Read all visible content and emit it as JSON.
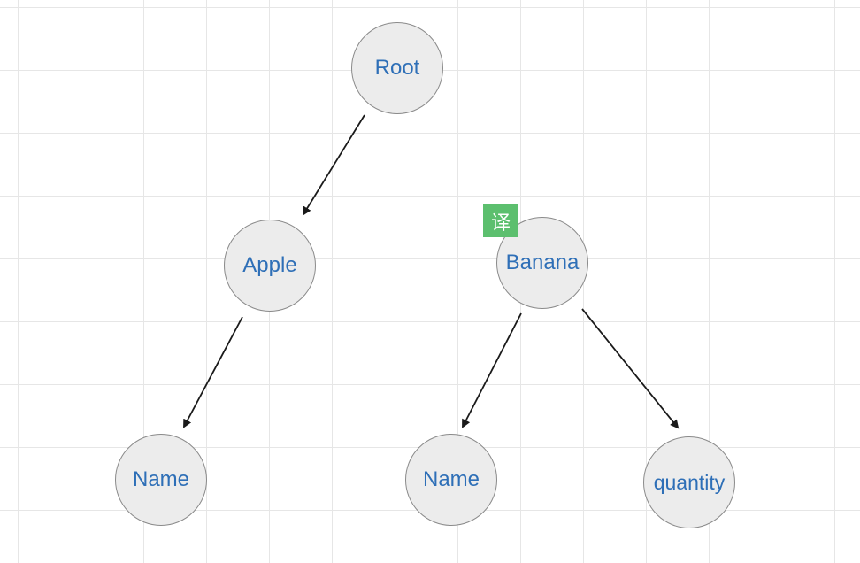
{
  "nodes": {
    "root": "Root",
    "apple": "Apple",
    "banana": "Banana",
    "apple_name": "Name",
    "banana_name": "Name",
    "banana_quantity": "quantity"
  },
  "translate_badge": {
    "label": "译",
    "color": "#5cbf6e"
  },
  "edges": [
    {
      "from": "Root",
      "to": "Apple"
    },
    {
      "from": "Apple",
      "to": "Name"
    },
    {
      "from": "Banana",
      "to": "Name"
    },
    {
      "from": "Banana",
      "to": "quantity"
    }
  ],
  "colors": {
    "node_text": "#2e6fb7",
    "node_fill": "#ececec",
    "node_border": "#8a8a8a",
    "edge": "#1a1a1a",
    "grid": "#e6e6e6"
  }
}
